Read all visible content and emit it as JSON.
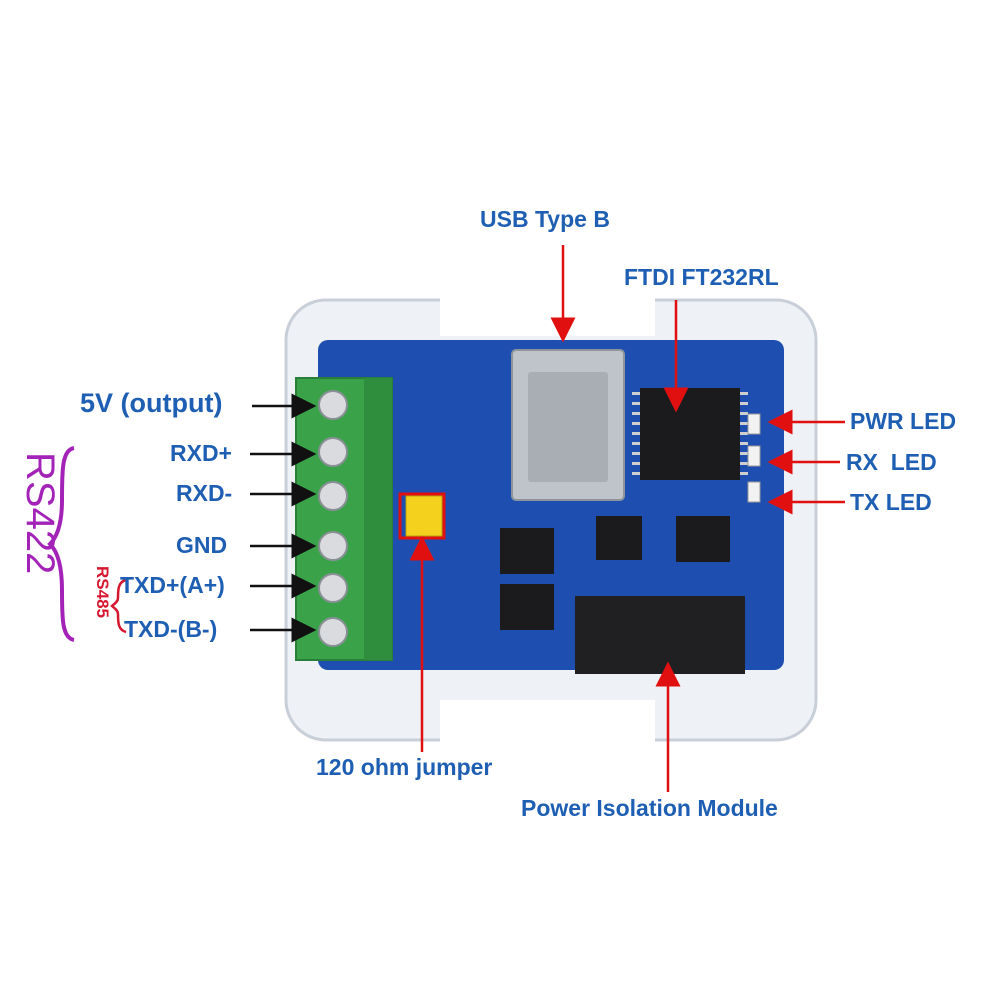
{
  "labels": {
    "usb": "USB Type B",
    "ftdi": "FTDI FT232RL",
    "pwr_led": "PWR LED",
    "rx_led": "RX  LED",
    "tx_led": "TX LED",
    "jumper": "120 ohm jumper",
    "isolation": "Power Isolation Module"
  },
  "terminals": [
    "5V (output)",
    "RXD+",
    "RXD-",
    "GND",
    "TXD+(A+)",
    "TXD-(B-)"
  ],
  "groups": {
    "rs422": "RS422",
    "rs485": "RS485"
  },
  "colors": {
    "label_blue": "#1f5fb3",
    "arrow_red": "#e01010",
    "rs422_purple": "#a323b8",
    "rs485_red": "#d6172f",
    "pcb_blue": "#1e4fb0",
    "terminal_green": "#3aa34a"
  }
}
